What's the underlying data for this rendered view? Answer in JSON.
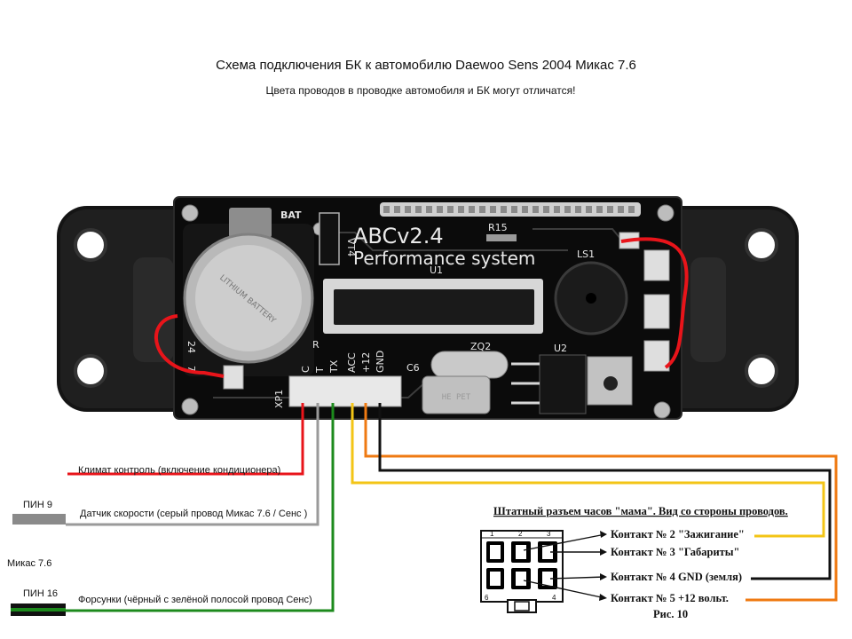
{
  "header": {
    "title": "Схема подключения БК к автомобилю Daewoo Sens 2004 Микас 7.6",
    "subtitle": "Цвета проводов в проводке автомобиля и БК могут отличатся!"
  },
  "board": {
    "bat": "BAT",
    "vt4": "VT4",
    "product": "ABCv2.4",
    "subtitle": "Performance system",
    "r15": "R15",
    "u1": "U1",
    "ls1": "LS1",
    "zq2": "ZQ2",
    "u2": "U2",
    "c6": "C6",
    "xp1": "XP1",
    "num_24": "24",
    "num_7": "7",
    "r_label": "R",
    "pins": [
      "C",
      "T",
      "TX",
      "ACC",
      "+12",
      "GND"
    ],
    "battery_text": "LITHIUM BATTERY",
    "cap_text": "HE PET"
  },
  "wires": {
    "colors": {
      "red": "#e8141a",
      "gray": "#9a9a9a",
      "green": "#1c8a1c",
      "yellow": "#f3c516",
      "orange": "#ef7a12",
      "black": "#111111"
    }
  },
  "left_labels": {
    "climate": "Климат контроль (включение кондиционера)",
    "pin9": "ПИН 9",
    "speed": "Датчик скорости (серый провод Микас 7.6 / Сенс )",
    "mikas": "Микас 7.6",
    "pin16": "ПИН 16",
    "injectors": "Форсунки (чёрный с зелёной полосой провод Сенс)"
  },
  "connector": {
    "title": "Штатный разъем часов \"мама\". Вид со стороны проводов.",
    "numbers": {
      "n1": "1",
      "n2": "2",
      "n3": "3",
      "n4": "4",
      "n6": "6"
    },
    "contacts": [
      "Контакт № 2 \"Зажигание\"",
      "Контакт № 3 \"Габариты\"",
      "Контакт № 4 GND (земля)",
      "Контакт № 5 +12 вольт."
    ],
    "figure": "Рис. 10"
  }
}
